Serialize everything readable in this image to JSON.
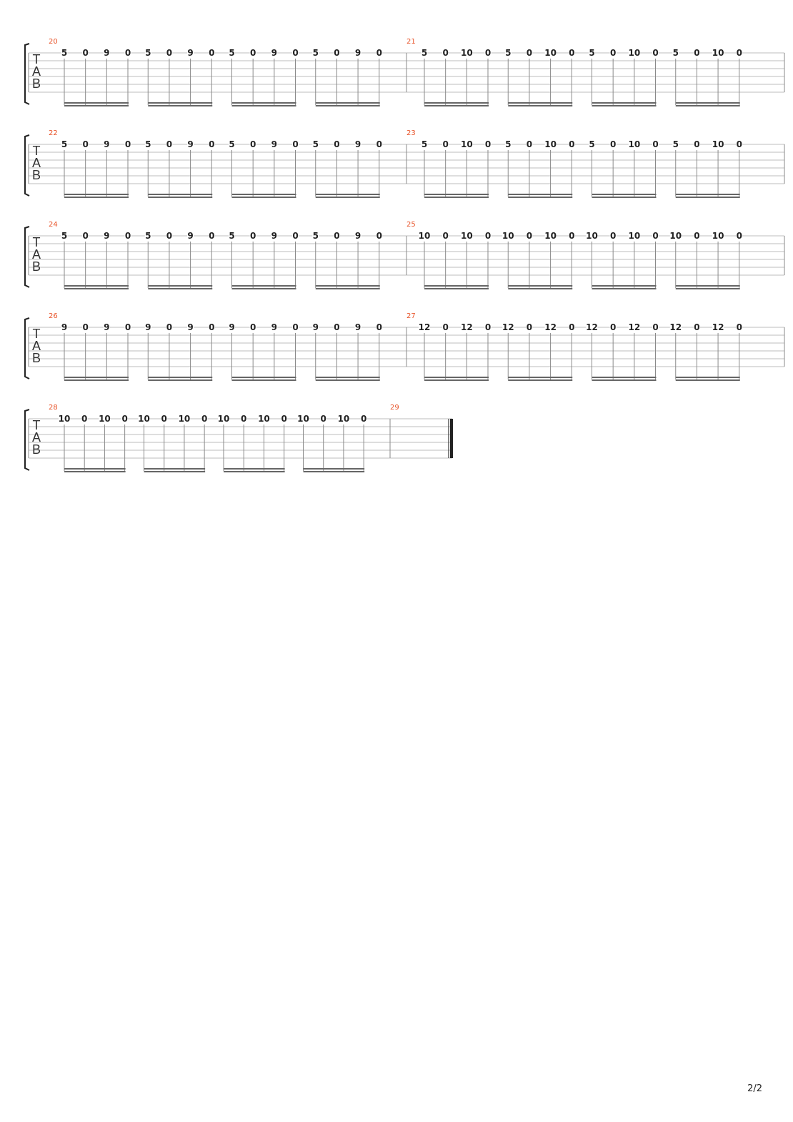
{
  "page": {
    "page_number": "2/2"
  },
  "tab_clef": [
    "T",
    "A",
    "B"
  ],
  "colors": {
    "measure_number": "#e8542a",
    "staff_line": "#bdbdbd",
    "fret_text": "#222222",
    "stem": "#8a8a8a",
    "beam": "#666666",
    "barline": "#8a8a8a",
    "bracket": "#222222"
  },
  "systems": [
    {
      "measures": [
        {
          "number": "20",
          "notes": [
            "5",
            "0",
            "9",
            "0",
            "5",
            "0",
            "9",
            "0",
            "5",
            "0",
            "9",
            "0",
            "5",
            "0",
            "9",
            "0"
          ]
        },
        {
          "number": "21",
          "notes": [
            "5",
            "0",
            "10",
            "0",
            "5",
            "0",
            "10",
            "0",
            "5",
            "0",
            "10",
            "0",
            "5",
            "0",
            "10",
            "0"
          ]
        }
      ]
    },
    {
      "measures": [
        {
          "number": "22",
          "notes": [
            "5",
            "0",
            "9",
            "0",
            "5",
            "0",
            "9",
            "0",
            "5",
            "0",
            "9",
            "0",
            "5",
            "0",
            "9",
            "0"
          ]
        },
        {
          "number": "23",
          "notes": [
            "5",
            "0",
            "10",
            "0",
            "5",
            "0",
            "10",
            "0",
            "5",
            "0",
            "10",
            "0",
            "5",
            "0",
            "10",
            "0"
          ]
        }
      ]
    },
    {
      "measures": [
        {
          "number": "24",
          "notes": [
            "5",
            "0",
            "9",
            "0",
            "5",
            "0",
            "9",
            "0",
            "5",
            "0",
            "9",
            "0",
            "5",
            "0",
            "9",
            "0"
          ]
        },
        {
          "number": "25",
          "notes": [
            "10",
            "0",
            "10",
            "0",
            "10",
            "0",
            "10",
            "0",
            "10",
            "0",
            "10",
            "0",
            "10",
            "0",
            "10",
            "0"
          ]
        }
      ]
    },
    {
      "measures": [
        {
          "number": "26",
          "notes": [
            "9",
            "0",
            "9",
            "0",
            "9",
            "0",
            "9",
            "0",
            "9",
            "0",
            "9",
            "0",
            "9",
            "0",
            "9",
            "0"
          ]
        },
        {
          "number": "27",
          "notes": [
            "12",
            "0",
            "12",
            "0",
            "12",
            "0",
            "12",
            "0",
            "12",
            "0",
            "12",
            "0",
            "12",
            "0",
            "12",
            "0"
          ]
        }
      ]
    },
    {
      "measures": [
        {
          "number": "28",
          "notes": [
            "10",
            "0",
            "10",
            "0",
            "10",
            "0",
            "10",
            "0",
            "10",
            "0",
            "10",
            "0",
            "10",
            "0",
            "10",
            "0"
          ]
        },
        {
          "number": "29",
          "notes": [],
          "final": true
        }
      ]
    }
  ]
}
